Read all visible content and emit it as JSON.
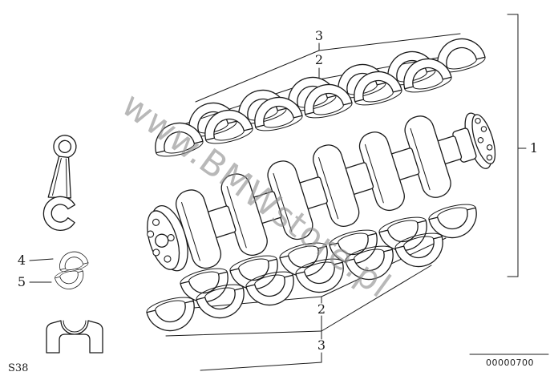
{
  "diagram": {
    "watermark_text": "www.BMWstore.pl",
    "sheet_code": "S38",
    "image_code": "00000700",
    "callouts": {
      "part1": "1",
      "part2_upper": "2",
      "part3_upper": "3",
      "part2_lower": "2",
      "part3_lower": "3",
      "part4": "4",
      "part5": "5"
    },
    "colors": {
      "line": "#1a1a1a",
      "watermark": "#8e8e8e",
      "background": "#ffffff"
    }
  }
}
